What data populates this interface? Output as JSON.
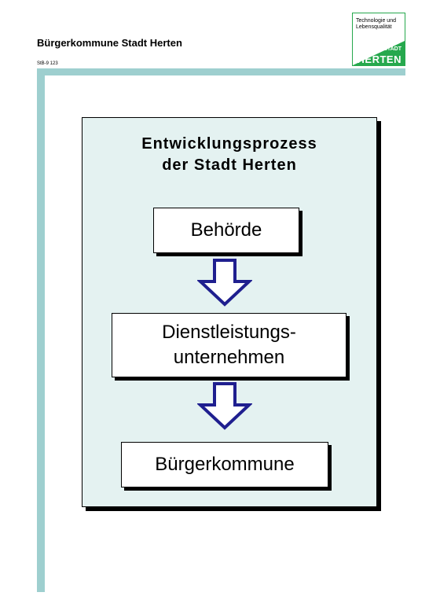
{
  "header": {
    "title": "Bürgerkommune Stadt Herten",
    "ref_code": "StB-9  123"
  },
  "logo": {
    "tagline_line1": "Technologie und",
    "tagline_line2": "Lebensqualität",
    "stadt": "STADT",
    "herten": "HERTEN",
    "brand_color": "#26a84d"
  },
  "diagram": {
    "heading_line1": "Entwicklungsprozess",
    "heading_line2": "der Stadt Herten",
    "steps": [
      {
        "line1": "Behörde",
        "line2": ""
      },
      {
        "line1": "Dienstleistungs-",
        "line2": "unternehmen"
      },
      {
        "line1": "Bürgerkommune",
        "line2": ""
      }
    ],
    "arrow_icon": "down-arrow-icon",
    "panel_color": "#e4f2f1",
    "arrow_color": "#1f1f8f"
  },
  "colors": {
    "accent_bar": "#9ecfcf"
  }
}
